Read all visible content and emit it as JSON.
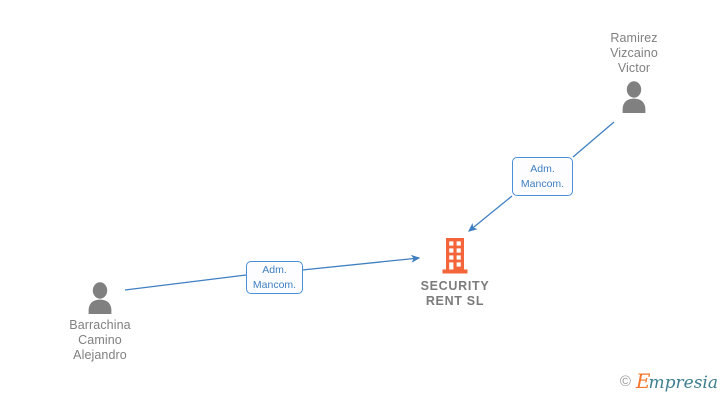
{
  "diagram": {
    "background_color": "#ffffff",
    "edge_color": "#3f7fc1",
    "person_color": "#808080",
    "company_color": "#f4663a",
    "nodes": [
      {
        "id": "person-ramirez",
        "type": "person",
        "icon": "person-icon",
        "label": "Ramirez\nVizcaino\nVictor"
      },
      {
        "id": "company-security-rent",
        "type": "company",
        "icon": "building-icon",
        "label": "SECURITY\nRENT  SL"
      },
      {
        "id": "person-barrachina",
        "type": "person",
        "icon": "person-icon",
        "label": "Barrachina\nCamino\nAlejandro"
      }
    ],
    "edges": [
      {
        "id": "edge-ramirez-to-company",
        "from": "person-ramirez",
        "to": "company-security-rent",
        "label": "Adm.\nMancom."
      },
      {
        "id": "edge-barrachina-to-company",
        "from": "person-barrachina",
        "to": "company-security-rent",
        "label": "Adm.\nMancom."
      }
    ]
  },
  "footer": {
    "copyright_symbol": "©",
    "brand_initial": "E",
    "brand_rest": "mpresia"
  }
}
